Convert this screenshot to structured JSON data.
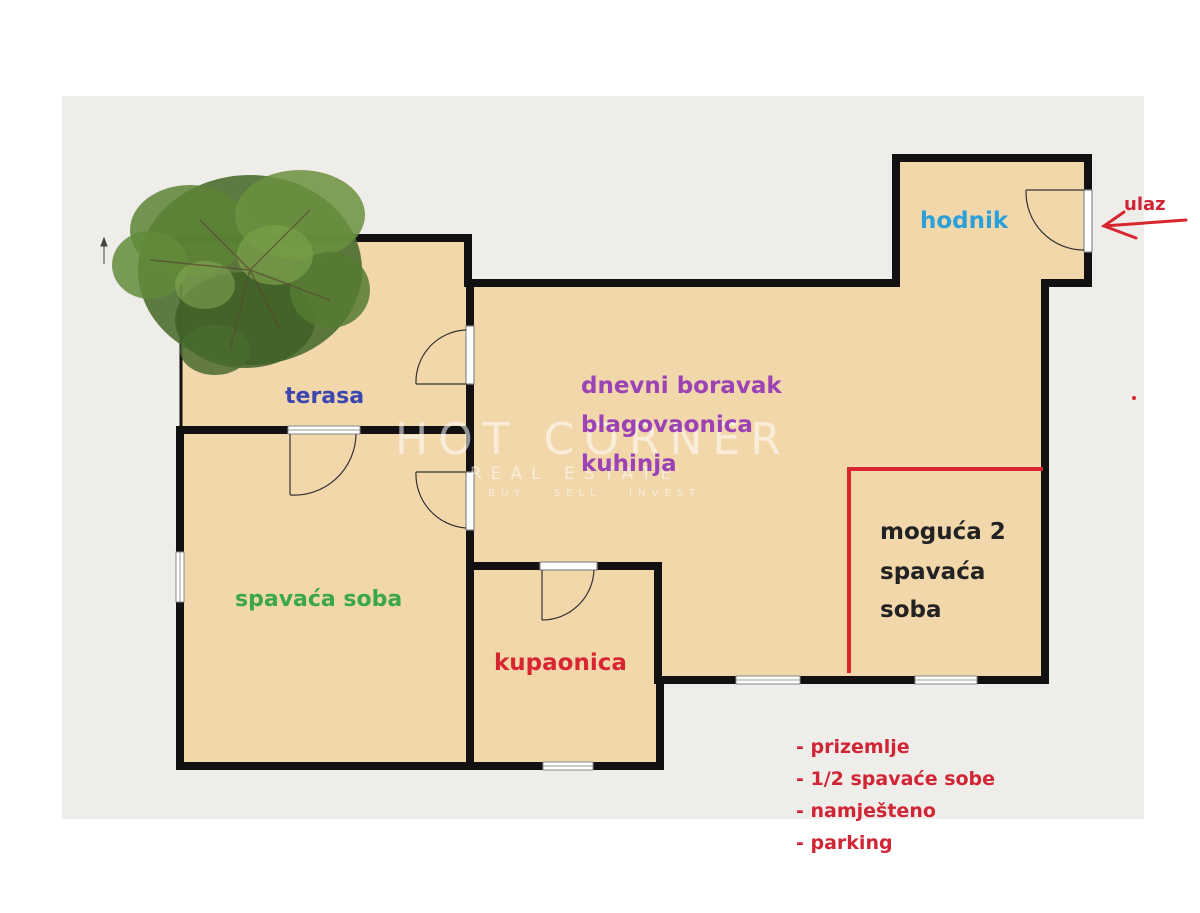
{
  "rooms": {
    "hodnik": "hodnik",
    "terasa": "terasa",
    "living_line1": "dnevni boravak",
    "living_line2": "blagovaonica",
    "living_line3": "kuhinja",
    "possible_line1": "moguća 2",
    "possible_line2": "spavaća",
    "possible_line3": "soba",
    "bedroom": "spavaća soba",
    "bathroom": "kupaonica"
  },
  "entrance_label": "ulaz",
  "notes": [
    "- prizemlje",
    "- 1/2 spavaće sobe",
    "- namješteno",
    "- parking"
  ],
  "watermark": {
    "brand": "HOT CORNER",
    "sub": "REAL ESTATE",
    "tagline": "BUY · SELL · INVEST"
  },
  "colors": {
    "floor": "#f2d7ab",
    "wall": "#111111",
    "background": "#efedea",
    "hodnik": "#2b9fd8",
    "terasa": "#3b46b0",
    "living": "#9b43b5",
    "bedroom": "#3aa84a",
    "bathroom": "#d8262f",
    "accent_red": "#d02535",
    "text_dark": "#222222"
  }
}
